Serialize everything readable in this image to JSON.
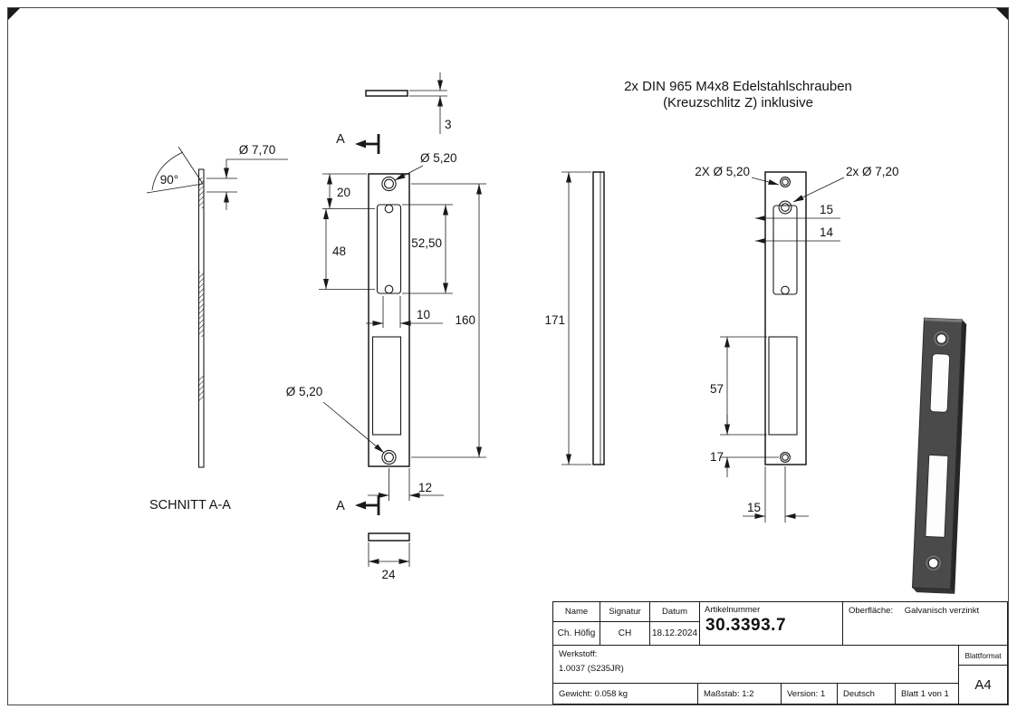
{
  "note": {
    "line1": "2x DIN 965 M4x8 Edelstahlschrauben",
    "line2": "(Kreuzschlitz Z) inklusive"
  },
  "section": {
    "title": "SCHNITT A-A",
    "angle": "90°",
    "dia_countersink": "Ø 7,70"
  },
  "front_view": {
    "section_marker": "A",
    "dim_thickness": "3",
    "dia_hole_top": "Ø 5,20",
    "dim_20": "20",
    "dim_48": "48",
    "dim_52_50": "52,50",
    "dim_10": "10",
    "dim_160": "160",
    "dia_hole_bottom": "Ø 5,20",
    "dim_12": "12",
    "dim_24": "24"
  },
  "side_view": {
    "dim_171": "171"
  },
  "back_view": {
    "label_holes_small": "2X Ø 5,20",
    "label_holes_large": "2x Ø 7,20",
    "dim_15_top": "15",
    "dim_14": "14",
    "dim_57": "57",
    "dim_17": "17",
    "dim_15_bottom": "15"
  },
  "title_block": {
    "h_name": "Name",
    "h_signatur": "Signatur",
    "h_datum": "Datum",
    "h_artikelnummer": "Artikelnummer",
    "h_oberflaeche": "Oberfläche:",
    "v_oberflaeche": "Galvanisch verzinkt",
    "v_name": "Ch. Höfig",
    "v_signatur": "CH",
    "v_datum": "18.12.2024",
    "v_artikelnummer": "30.3393.7",
    "werkstoff_label": "Werkstoff:",
    "werkstoff_value": "1.0037 (S235JR)",
    "blattformat_label": "Blattformat",
    "blattformat_value": "A4",
    "gewicht": "Gewicht: 0.058 kg",
    "massstab": "Maßstab: 1:2",
    "version": "Version: 1",
    "sprache": "Deutsch",
    "blatt": "Blatt 1 von 1"
  }
}
